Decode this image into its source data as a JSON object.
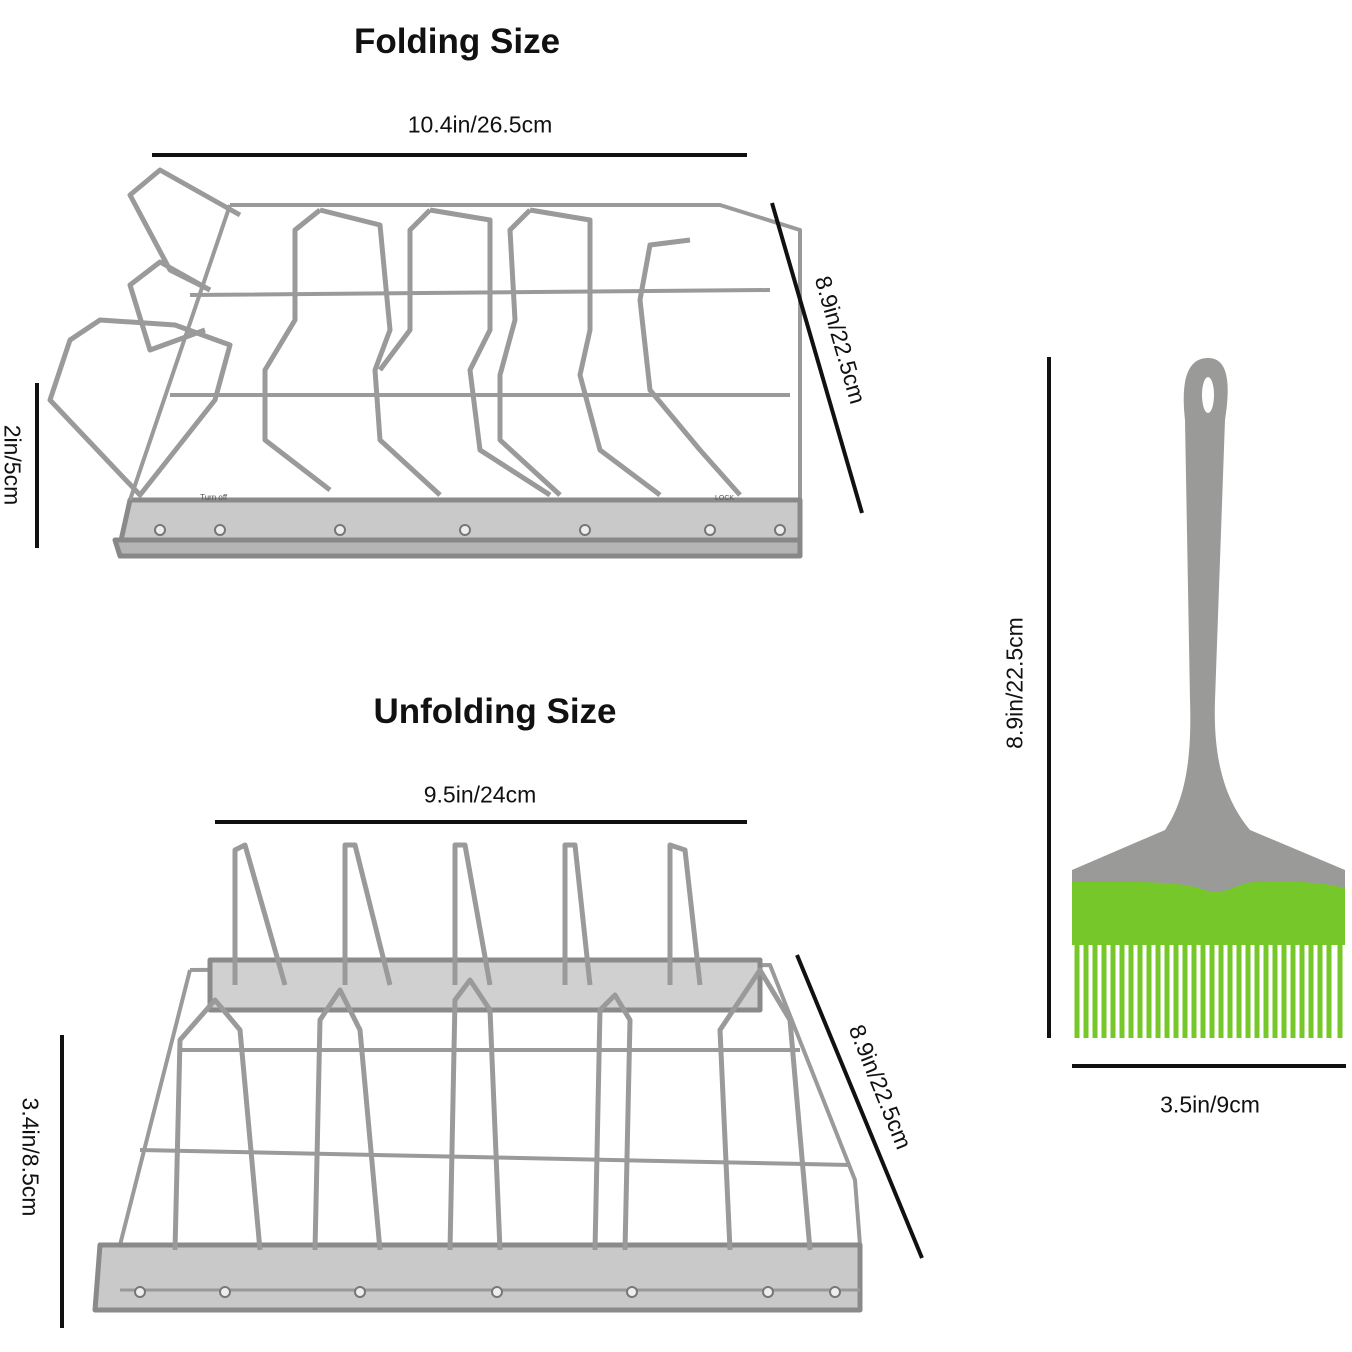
{
  "folding": {
    "title": "Folding Size",
    "width_label": "10.4in/26.5cm",
    "depth_label": "8.9in/22.5cm",
    "height_label": "2in/5cm",
    "engraving_left": "Turn off",
    "engraving_right": "LOCK"
  },
  "unfolding": {
    "title": "Unfolding Size",
    "width_label": "9.5in/24cm",
    "depth_label": "8.9in/22.5cm",
    "height_label": "3.4in/8.5cm"
  },
  "brush": {
    "length_label": "8.9in/22.5cm",
    "width_label": "3.5in/9cm",
    "handle_color": "#9a9a98",
    "bristle_color": "#76c72a"
  },
  "colors": {
    "steel": "#8e8e8e",
    "line": "#111111"
  }
}
